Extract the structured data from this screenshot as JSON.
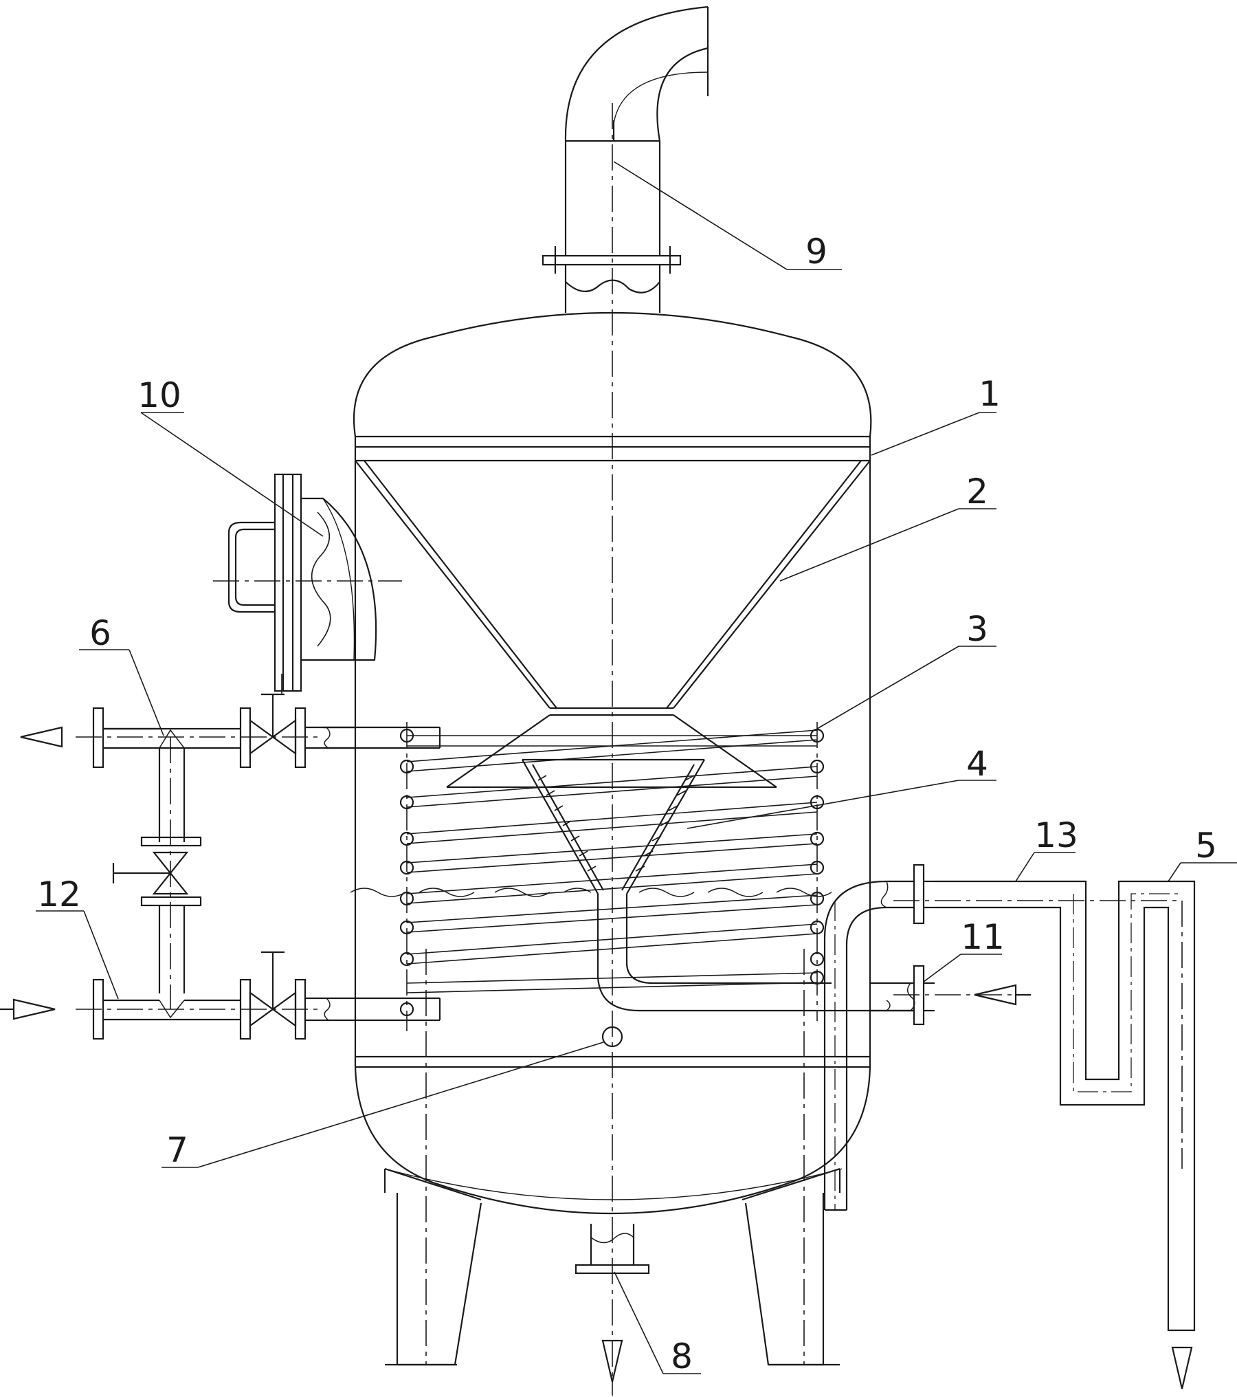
{
  "drawing": {
    "stroke_color": "#1a1a1a",
    "background": "#ffffff",
    "labels": {
      "l1": "1",
      "l2": "2",
      "l3": "3",
      "l4": "4",
      "l5": "5",
      "l6": "6",
      "l7": "7",
      "l8": "8",
      "l9": "9",
      "l10": "10",
      "l11": "11",
      "l12": "12",
      "l13": "13"
    }
  }
}
